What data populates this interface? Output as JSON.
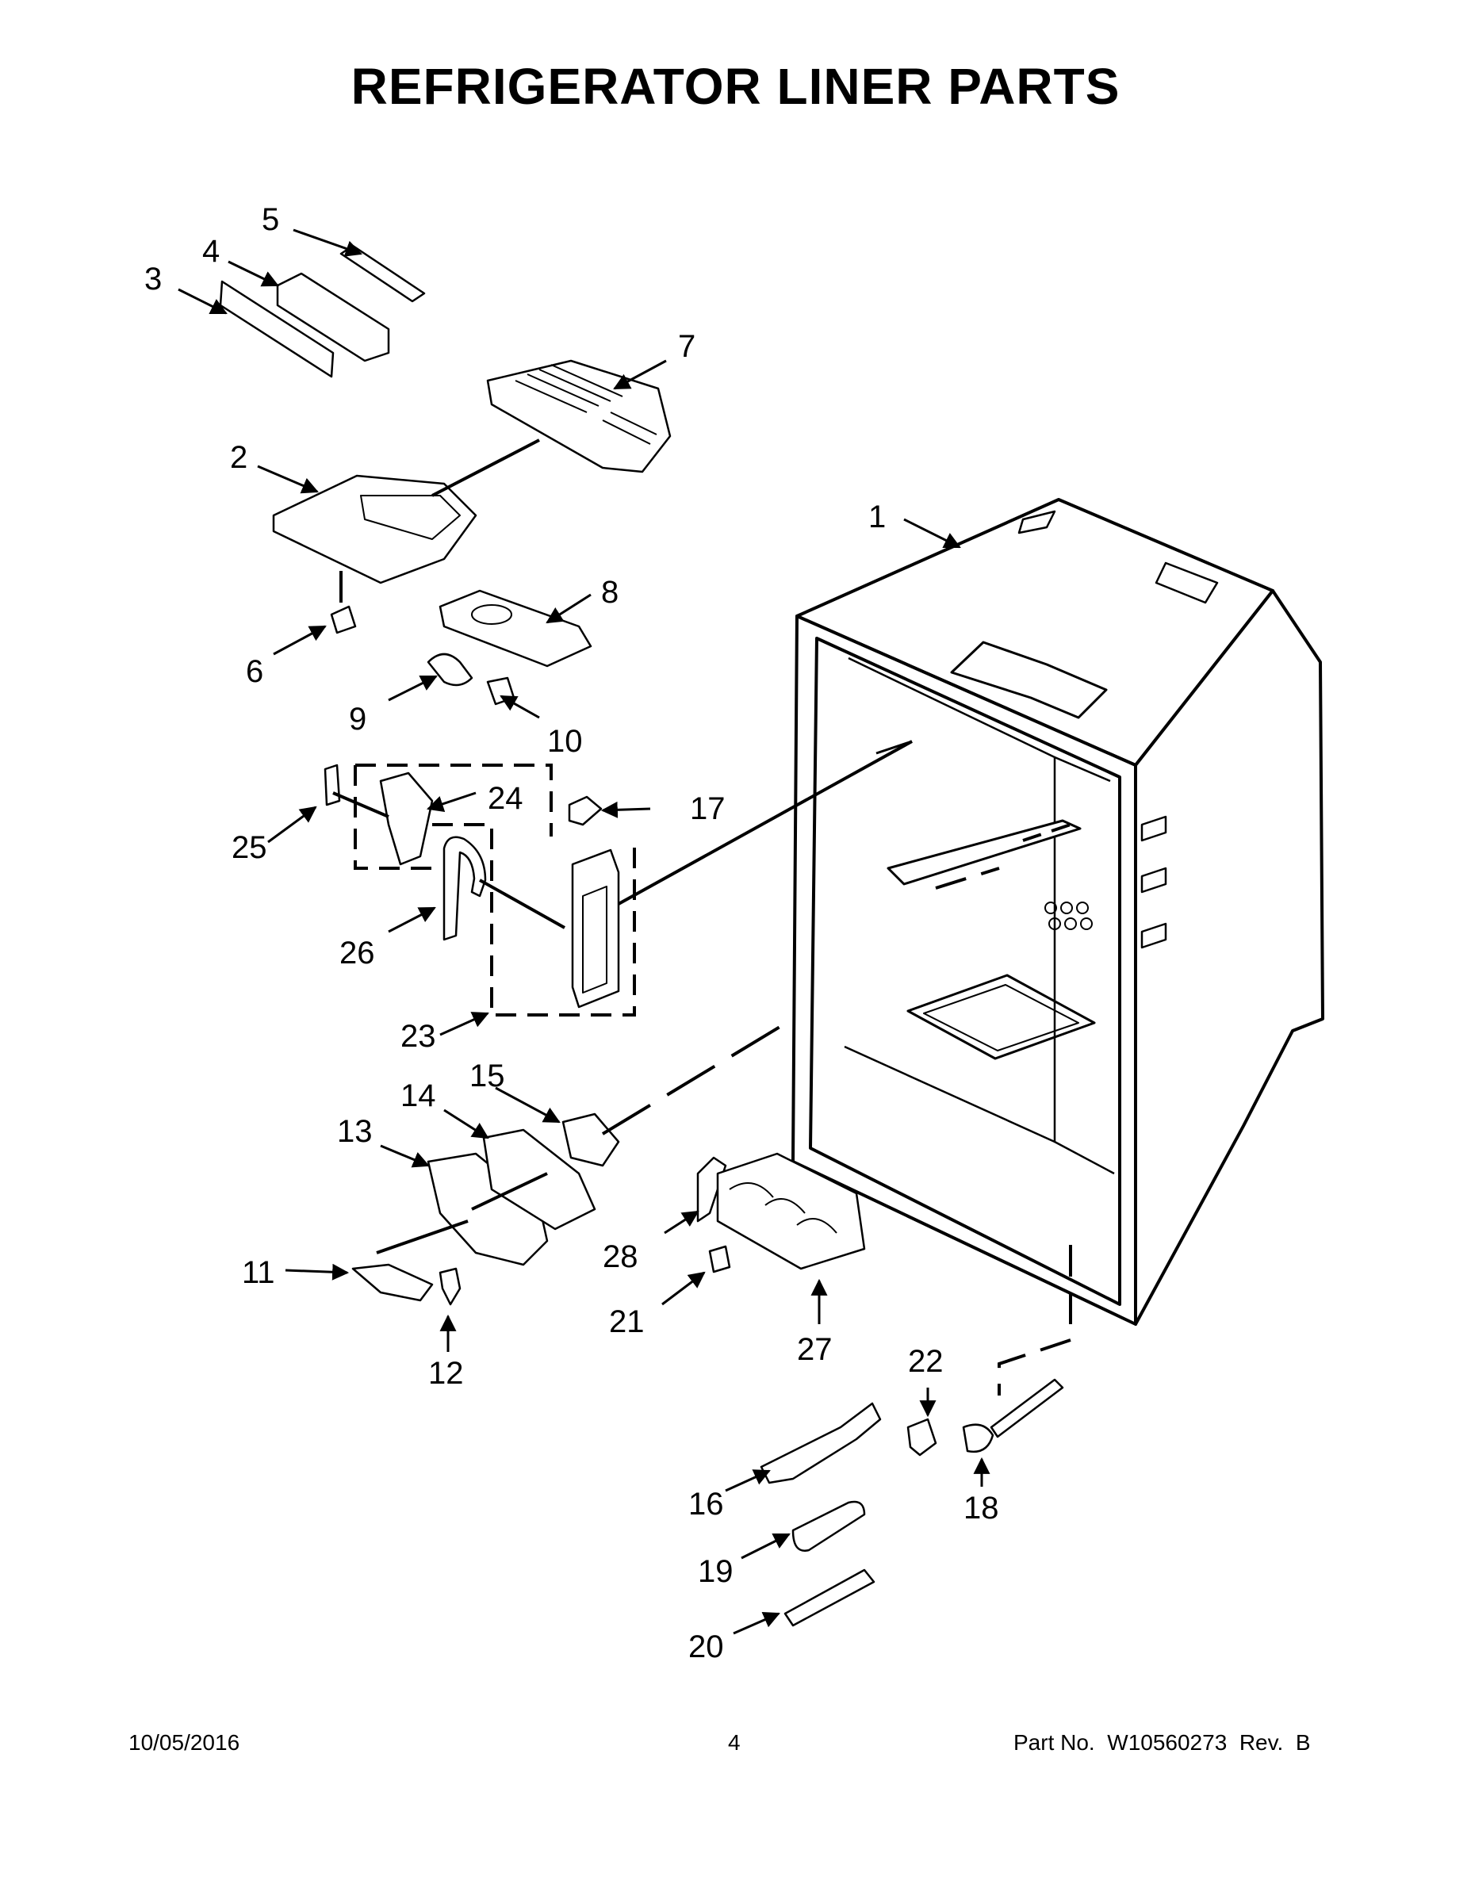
{
  "title": "REFRIGERATOR LINER PARTS",
  "footer": {
    "date": "10/05/2016",
    "page": "4",
    "part_no": "Part No.  W10560273  Rev.  B"
  },
  "callouts": {
    "c1": "1",
    "c2": "2",
    "c3": "3",
    "c4": "4",
    "c5": "5",
    "c6": "6",
    "c7": "7",
    "c8": "8",
    "c9": "9",
    "c10": "10",
    "c11": "11",
    "c12": "12",
    "c13": "13",
    "c14": "14",
    "c15": "15",
    "c16": "16",
    "c17": "17",
    "c18": "18",
    "c19": "19",
    "c20": "20",
    "c21": "21",
    "c22": "22",
    "c23": "23",
    "c24": "24",
    "c25": "25",
    "c26": "26",
    "c27": "27",
    "c28": "28"
  }
}
